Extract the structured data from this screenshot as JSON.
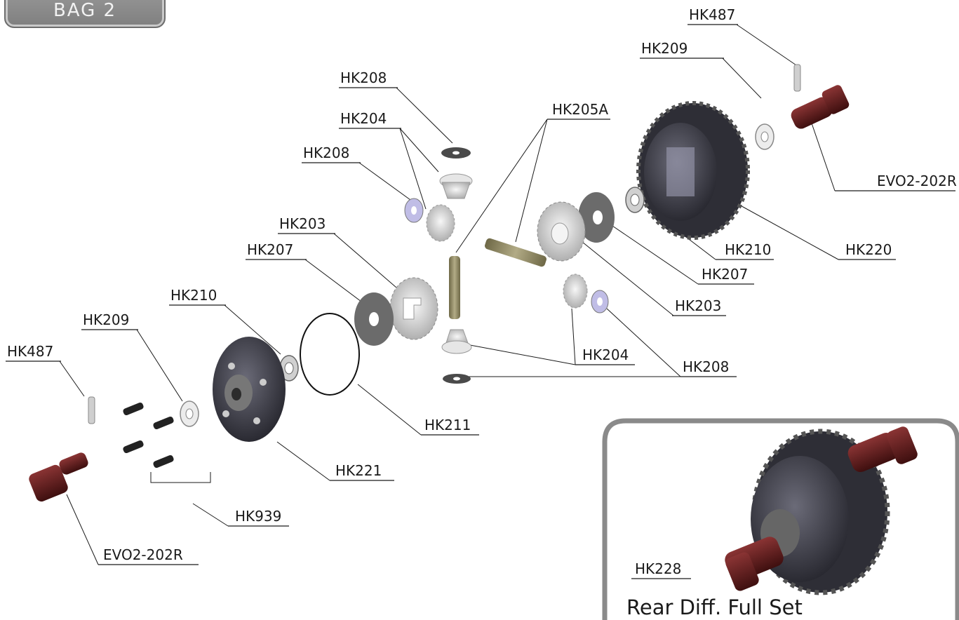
{
  "badge": {
    "text": "BAG 2"
  },
  "labels": {
    "hk487_top": "HK487",
    "hk209_top": "HK209",
    "hk208_top": "HK208",
    "hk204_top": "HK204",
    "hk205a": "HK205A",
    "hk208_mid": "HK208",
    "evo2_202r_right": "EVO2-202R",
    "hk203_left": "HK203",
    "hk207_left": "HK207",
    "hk210_right": "HK210",
    "hk220": "HK220",
    "hk207_right": "HK207",
    "hk210_left": "HK210",
    "hk203_right": "HK203",
    "hk209_left": "HK209",
    "hk487_left": "HK487",
    "hk204_bottom": "HK204",
    "hk208_bottom": "HK208",
    "hk211": "HK211",
    "hk221": "HK221",
    "hk939": "HK939",
    "evo2_202r_left": "EVO2-202R",
    "hk228": "HK228"
  },
  "inset": {
    "title": "Rear Diff. Full Set"
  },
  "colors": {
    "outdrive": "#5a1a1a",
    "washer_blue": "#b9b6e0",
    "gear_steel": "#d9d9d9",
    "case_dark": "#3a3a44",
    "pin_olive": "#8a8360",
    "frame_gray": "#8a8a8a"
  }
}
